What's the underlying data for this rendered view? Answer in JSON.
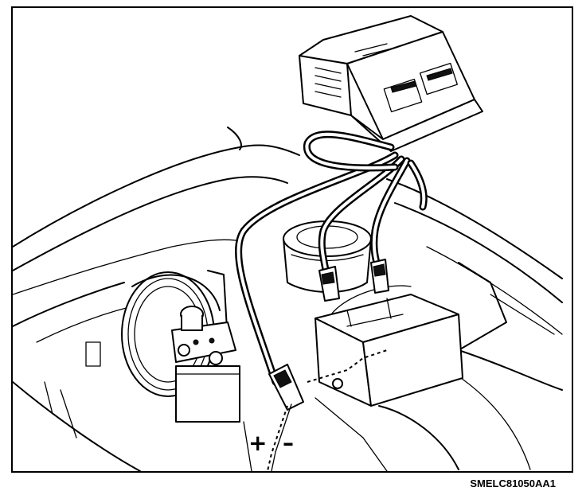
{
  "figure": {
    "code": "SMELC81050AA1",
    "terminal_labels": {
      "positive": "+",
      "negative": "–"
    }
  },
  "illustration": {
    "subject": "battery-tester-connected-to-vehicle-battery",
    "parts": [
      "battery-tester",
      "tester-cables",
      "battery-clamps",
      "battery",
      "brake-booster",
      "master-cylinder",
      "ground-cable"
    ]
  }
}
